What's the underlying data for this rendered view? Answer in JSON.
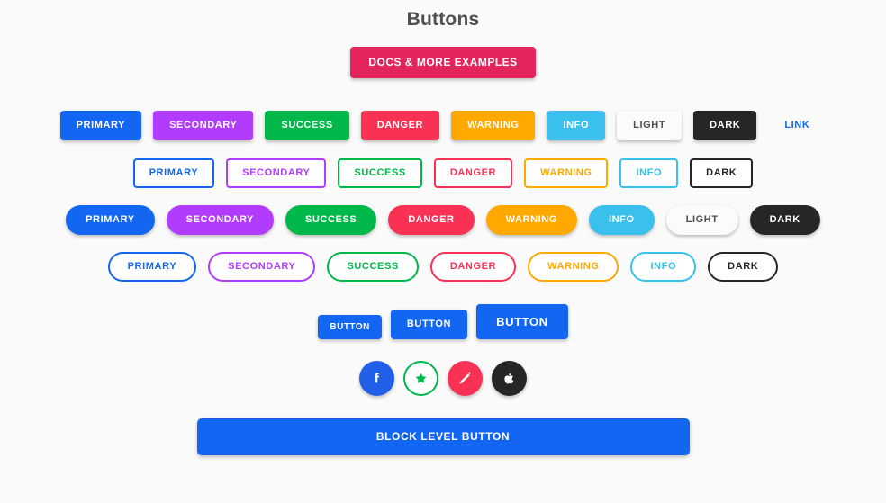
{
  "page": {
    "title": "Buttons",
    "background": "#fafafa"
  },
  "docs_button": {
    "label": "Docs & more examples",
    "color": "#e3255b"
  },
  "colors": {
    "primary": "#1266f1",
    "secondary": "#b23cfd",
    "success": "#00b74a",
    "danger": "#f93154",
    "warning": "#ffa900",
    "info": "#39c0ed",
    "light": "#fbfbfb",
    "dark": "#262626",
    "link": "#1266f1"
  },
  "rows": {
    "solid": {
      "name": "solid-buttons",
      "buttons": [
        {
          "label": "Primary",
          "variant": "primary"
        },
        {
          "label": "Secondary",
          "variant": "secondary"
        },
        {
          "label": "Success",
          "variant": "success"
        },
        {
          "label": "Danger",
          "variant": "danger"
        },
        {
          "label": "Warning",
          "variant": "warning"
        },
        {
          "label": "Info",
          "variant": "info"
        },
        {
          "label": "Light",
          "variant": "light"
        },
        {
          "label": "Dark",
          "variant": "dark"
        },
        {
          "label": "Link",
          "variant": "link"
        }
      ]
    },
    "outline": {
      "name": "outline-buttons",
      "buttons": [
        {
          "label": "Primary",
          "variant": "primary"
        },
        {
          "label": "Secondary",
          "variant": "secondary"
        },
        {
          "label": "Success",
          "variant": "success"
        },
        {
          "label": "Danger",
          "variant": "danger"
        },
        {
          "label": "Warning",
          "variant": "warning"
        },
        {
          "label": "Info",
          "variant": "info"
        },
        {
          "label": "Dark",
          "variant": "dark"
        }
      ]
    },
    "pill": {
      "name": "rounded-pill-buttons",
      "buttons": [
        {
          "label": "Primary",
          "variant": "primary"
        },
        {
          "label": "Secondary",
          "variant": "secondary"
        },
        {
          "label": "Success",
          "variant": "success"
        },
        {
          "label": "Danger",
          "variant": "danger"
        },
        {
          "label": "Warning",
          "variant": "warning"
        },
        {
          "label": "Info",
          "variant": "info"
        },
        {
          "label": "Light",
          "variant": "light"
        },
        {
          "label": "Dark",
          "variant": "dark"
        }
      ]
    },
    "pill_outline": {
      "name": "rounded-pill-outline-buttons",
      "buttons": [
        {
          "label": "Primary",
          "variant": "primary"
        },
        {
          "label": "Secondary",
          "variant": "secondary"
        },
        {
          "label": "Success",
          "variant": "success"
        },
        {
          "label": "Danger",
          "variant": "danger"
        },
        {
          "label": "Warning",
          "variant": "warning"
        },
        {
          "label": "Info",
          "variant": "info"
        },
        {
          "label": "Dark",
          "variant": "dark"
        }
      ]
    },
    "sizes": {
      "name": "button-sizes",
      "buttons": [
        {
          "label": "Button",
          "size": "small"
        },
        {
          "label": "Button",
          "size": "medium"
        },
        {
          "label": "Button",
          "size": "large"
        }
      ]
    },
    "social": {
      "name": "social-icon-buttons",
      "buttons": [
        {
          "icon": "facebook-icon",
          "color": "#2060e8",
          "style": "solid"
        },
        {
          "icon": "star-icon",
          "color": "#00b74a",
          "style": "outline"
        },
        {
          "icon": "pencil-icon",
          "color": "#f93154",
          "style": "solid"
        },
        {
          "icon": "apple-icon",
          "color": "#262626",
          "style": "solid"
        }
      ]
    },
    "block": {
      "name": "block-level-button",
      "label": "Block level button",
      "color": "#1266f1"
    }
  }
}
